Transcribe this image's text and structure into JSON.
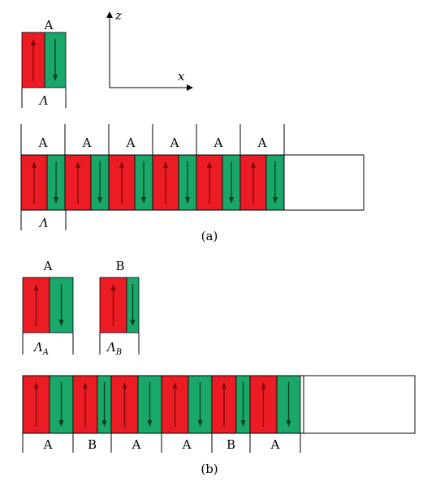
{
  "colors": {
    "red": "#ec1c24",
    "green": "#1aa76a",
    "arrow_up": "#7a0b0b",
    "arrow_down": "#0b3a22",
    "line": "#000000"
  },
  "axes": {
    "z_label": "z",
    "x_label": "x"
  },
  "part_a": {
    "unit": {
      "label": "A",
      "period_label": "Λ"
    },
    "sequence": [
      "A",
      "A",
      "A",
      "A",
      "A",
      "A"
    ],
    "period_label": "Λ",
    "caption": "(a)"
  },
  "part_b": {
    "unit_a": {
      "label": "A",
      "period_label": "Λ",
      "period_sub": "A"
    },
    "unit_b": {
      "label": "B",
      "period_label": "Λ",
      "period_sub": "B"
    },
    "sequence": [
      "A",
      "B",
      "A",
      "A",
      "B",
      "A"
    ],
    "caption": "(b)"
  }
}
